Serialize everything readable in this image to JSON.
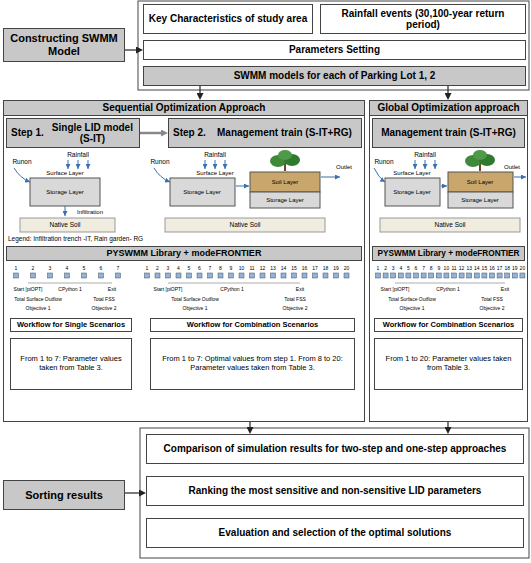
{
  "diagram": {
    "nodes": [
      {
        "text": [
          "Constructing SWMM Model"
        ]
      },
      {
        "text": [
          "Key Characteristics of study area"
        ]
      },
      {
        "text": [
          "Rainfall events (30,100-year return period)"
        ]
      },
      {
        "text": [
          "Parameters Setting"
        ]
      },
      {
        "text": [
          "SWMM models for each of Parking Lot 1, 2"
        ]
      },
      {
        "text": [
          "Sequential Optimization Approach"
        ]
      },
      {
        "text": [
          "Step 1.",
          "Single LID model (S-IT)"
        ],
        "in": 5
      },
      {
        "text": [
          "Step 2.",
          "Management train (S-IT+RG)"
        ],
        "in": 5
      },
      {
        "text": [
          "PYSWMM Library + modeFRONTIER"
        ],
        "in": 5
      },
      {
        "text": [
          "Workflow for Single Scenarios"
        ],
        "in": 5
      },
      {
        "text": [
          "Workflow for Combination Scenarios"
        ],
        "in": 5
      },
      {
        "text": [
          "From 1 to 7: Parameter values taken from Table 3."
        ],
        "in": 5
      },
      {
        "text": [
          "From 1 to 7: Optimal values from step 1. From 8 to 20: Parameter values taken from Table 3."
        ],
        "in": 5
      },
      {
        "text": [
          "Global Optimization approach"
        ]
      },
      {
        "text": [
          "Management train (S-IT+RG)"
        ],
        "in": 13
      },
      {
        "text": [
          "PYSWMM Library + modeFRONTIER"
        ],
        "in": 13
      },
      {
        "text": [
          "Workflow for Combination Scenarios"
        ],
        "in": 13
      },
      {
        "text": [
          "From 1 to 20: Parameter values taken from Table 3."
        ],
        "in": 13
      },
      {
        "text": [
          "Comparison of simulation results for two-step and one-step approaches"
        ]
      },
      {
        "text": [
          "Ranking the most sensitive and non-sensitive LID parameters"
        ]
      },
      {
        "text": [
          "Evaluation and selection of the optimal solutions"
        ]
      },
      {
        "text": [
          "Sorting results"
        ]
      }
    ],
    "edges": [
      {
        "from": 0,
        "to": 3,
        "arrow": "to"
      },
      {
        "from": 1,
        "to": 3,
        "arrow": "to"
      },
      {
        "from": 2,
        "to": 3,
        "arrow": "to"
      },
      {
        "from": 3,
        "to": 4,
        "arrow": "to"
      },
      {
        "from": 4,
        "to": 5,
        "arrow": "to"
      },
      {
        "from": 4,
        "to": 13,
        "arrow": "to"
      },
      {
        "from": 6,
        "to": 7,
        "arrow": "to"
      },
      {
        "from": 5,
        "to": 18,
        "arrow": "to"
      },
      {
        "from": 13,
        "to": 18,
        "arrow": "to"
      },
      {
        "from": 21,
        "to": 19,
        "arrow": "to"
      }
    ],
    "labels": [
      "Runon",
      "Rainfall",
      "Surface Layer",
      "Storage Layer",
      "Infiltration",
      "Native Soil",
      "Runon",
      "Rainfall",
      "Surface Layer",
      "Outlet",
      "Storage Layer",
      "Soil Layer",
      "Storage Layer",
      "Native Soil",
      "Legend: Infiltration trench -IT, Rain garden- RG",
      "Runon",
      "Rainfall",
      "Surface Layer",
      "Outlet",
      "Storage Layer",
      "Soil Layer",
      "Storage Layer",
      "Native Soil",
      "1",
      "2",
      "3",
      "4",
      "5",
      "6",
      "7",
      "Start [piOPT]",
      "CPython 1",
      "Exit",
      "Total Surface Outflow",
      "Total FSS",
      "Objective 1",
      "Objective 2",
      "1",
      "2",
      "3",
      "4",
      "5",
      "6",
      "7",
      "8",
      "9",
      "10",
      "11",
      "12",
      "13",
      "14",
      "15",
      "16",
      "17",
      "18",
      "19",
      "20",
      "Start [piOPT]",
      "CPython 1",
      "Exit",
      "Total Surface Outflow",
      "Total FSS",
      "Objective 1",
      "Objective 2",
      "1",
      "2",
      "3",
      "4",
      "5",
      "6",
      "7",
      "8",
      "9",
      "10",
      "11",
      "12",
      "13",
      "14",
      "15",
      "16",
      "17",
      "18",
      "19",
      "20",
      "Start [piOPT]",
      "CPython 1",
      "Exit",
      "Total Surface Outflow",
      "Total FSS",
      "Objective 1",
      "Objective 2"
    ]
  }
}
